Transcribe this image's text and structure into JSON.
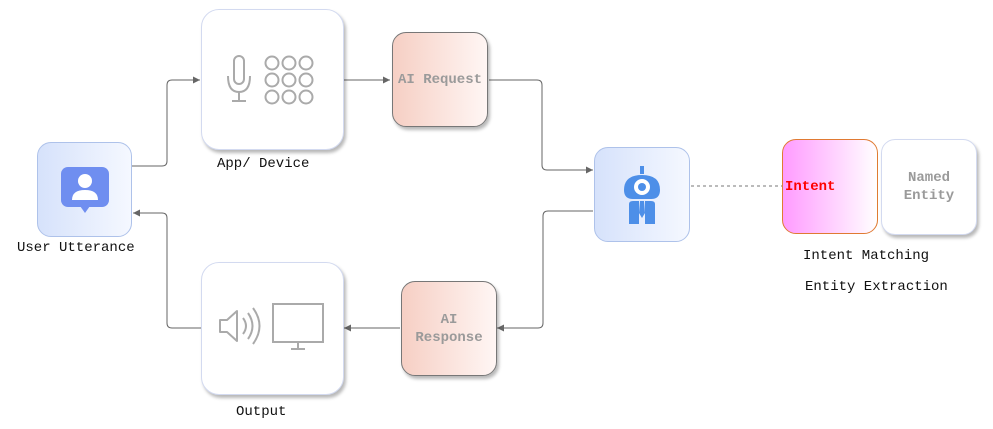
{
  "diagram": {
    "nodes": {
      "user": {
        "label": "User Utterance"
      },
      "app": {
        "label": "App/ Device"
      },
      "ai_request": {
        "label": "AI Request"
      },
      "ai_response": {
        "label": "AI Response"
      },
      "output": {
        "label": "Output"
      },
      "intent": {
        "label": "Intent"
      },
      "named_entity": {
        "label": "Named Entity"
      }
    },
    "captions": {
      "intent_matching": "Intent Matching",
      "entity_extraction": "Entity Extraction"
    },
    "icons": {
      "user": "user-chat-icon",
      "microphone": "microphone-icon",
      "keypad": "keypad-icon",
      "bot": "robot-icon",
      "speaker": "speaker-icon",
      "monitor": "monitor-icon"
    },
    "colors": {
      "accent_blue": "#4d8fe8",
      "user_icon": "#6f8ef0",
      "intent_text": "#ff0000",
      "intent_fill": "#ff9bff",
      "ai_box_fill": "#f6cfc4",
      "connector": "#666666"
    }
  }
}
